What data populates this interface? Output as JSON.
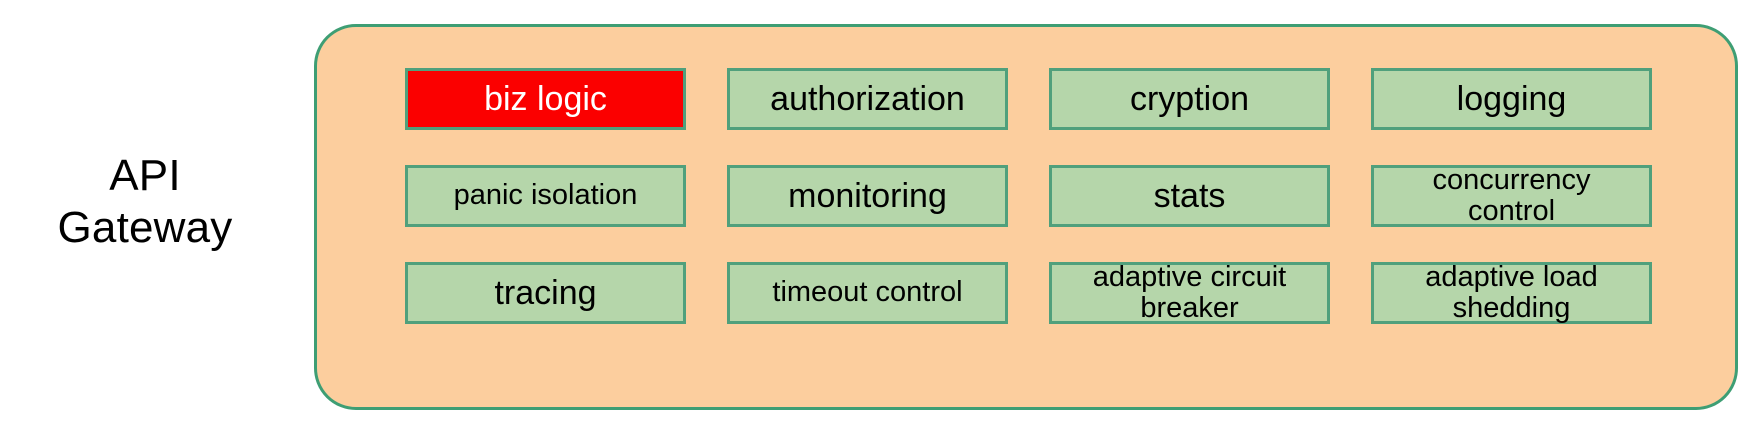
{
  "diagram": {
    "side_label": "API\nGateway",
    "panel": {
      "name": "api-gateway-panel",
      "fill_color": "#fcce9e",
      "border_color": "#3e9e74"
    },
    "colors": {
      "panel_background": "#fcce9e",
      "panel_border": "#3e9e74",
      "box_fill": "#b5d6aa",
      "box_border": "#50a07c",
      "highlight_fill": "#fb0000",
      "highlight_text": "#ffffff",
      "text": "#000000",
      "page_background": "#ffffff"
    },
    "cells": [
      {
        "label": "biz logic",
        "highlight": true,
        "text_size": "large"
      },
      {
        "label": "authorization",
        "highlight": false,
        "text_size": "large"
      },
      {
        "label": "cryption",
        "highlight": false,
        "text_size": "large"
      },
      {
        "label": "logging",
        "highlight": false,
        "text_size": "large"
      },
      {
        "label": "panic isolation",
        "highlight": false,
        "text_size": "normal"
      },
      {
        "label": "monitoring",
        "highlight": false,
        "text_size": "large"
      },
      {
        "label": "stats",
        "highlight": false,
        "text_size": "large"
      },
      {
        "label": "concurrency\ncontrol",
        "highlight": false,
        "text_size": "normal"
      },
      {
        "label": "tracing",
        "highlight": false,
        "text_size": "large"
      },
      {
        "label": "timeout control",
        "highlight": false,
        "text_size": "normal"
      },
      {
        "label": "adaptive circuit\nbreaker",
        "highlight": false,
        "text_size": "normal"
      },
      {
        "label": "adaptive load\nshedding",
        "highlight": false,
        "text_size": "normal"
      }
    ]
  }
}
